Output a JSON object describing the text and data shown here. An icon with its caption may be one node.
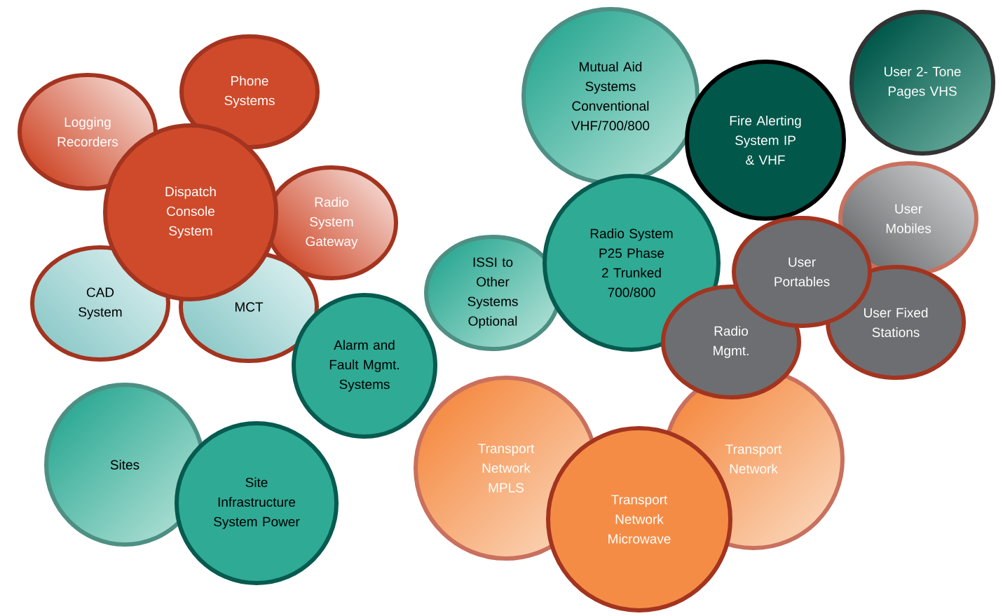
{
  "diagram": {
    "nodes": [
      {
        "text": [
          "Logging Recorders"
        ]
      },
      {
        "text": [
          "Phone Systems"
        ]
      },
      {
        "text": [
          "Dispatch Console System"
        ]
      },
      {
        "text": [
          "Radio System Gateway"
        ]
      },
      {
        "text": [
          "CAD System"
        ]
      },
      {
        "text": [
          "MCT"
        ]
      },
      {
        "text": [
          "Alarm and Fault Mgmt. Systems"
        ]
      },
      {
        "text": [
          "Sites"
        ]
      },
      {
        "text": [
          "Site Infrastructure System Power"
        ]
      },
      {
        "text": [
          "Mutual Aid Systems Conventional VHF/700/800"
        ]
      },
      {
        "text": [
          "Fire Alerting System IP & VHF"
        ]
      },
      {
        "text": [
          "User 2- Tone Pages VHS"
        ]
      },
      {
        "text": [
          "ISSI to Other Systems Optional"
        ]
      },
      {
        "text": [
          "Radio System P25 Phase 2 Trunked 700/800"
        ]
      },
      {
        "text": [
          "User Mobiles"
        ]
      },
      {
        "text": [
          "User Portables"
        ]
      },
      {
        "text": [
          "Radio Mgmt."
        ]
      },
      {
        "text": [
          "User Fixed Stations"
        ]
      },
      {
        "text": [
          "Transport Network MPLS"
        ]
      },
      {
        "text": [
          "Transport Network"
        ]
      },
      {
        "text": [
          "Transport Network Microwave"
        ]
      }
    ]
  }
}
